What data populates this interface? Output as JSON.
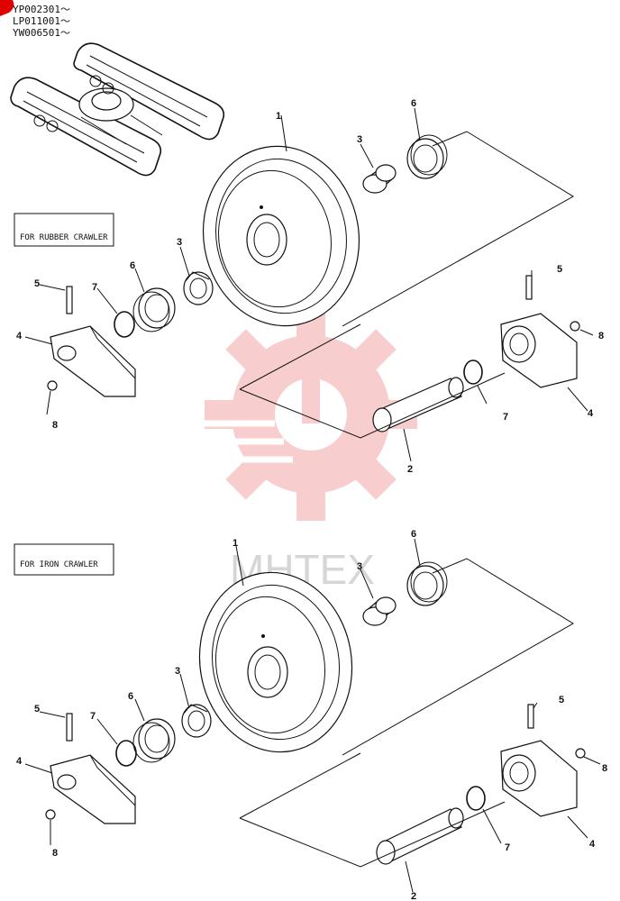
{
  "serials": [
    "YP002301～",
    "LP011001～",
    "YW006501～"
  ],
  "sections": [
    {
      "note": "FOR RUBBER CRAWLER",
      "labels": {
        "p1": "1",
        "p2": "2",
        "p3a": "3",
        "p3b": "3",
        "p4a": "4",
        "p4b": "4",
        "p5a": "5",
        "p5b": "5",
        "p6a": "6",
        "p6b": "6",
        "p7a": "7",
        "p7b": "7",
        "p8a": "8",
        "p8b": "8"
      }
    },
    {
      "note": "FOR IRON CRAWLER",
      "labels": {
        "p1": "1",
        "p2": "2",
        "p3a": "3",
        "p3b": "3",
        "p4a": "4",
        "p4b": "4",
        "p5a": "5",
        "p5b": "5",
        "p6a": "6",
        "p6b": "6",
        "p7a": "7",
        "p7b": "7",
        "p8a": "8",
        "p8b": "8"
      }
    }
  ],
  "watermark": "MHTEX",
  "colors": {
    "line": "#111111",
    "watermark_gear": "#f4a6a6",
    "corner_mark": "#e00000"
  }
}
